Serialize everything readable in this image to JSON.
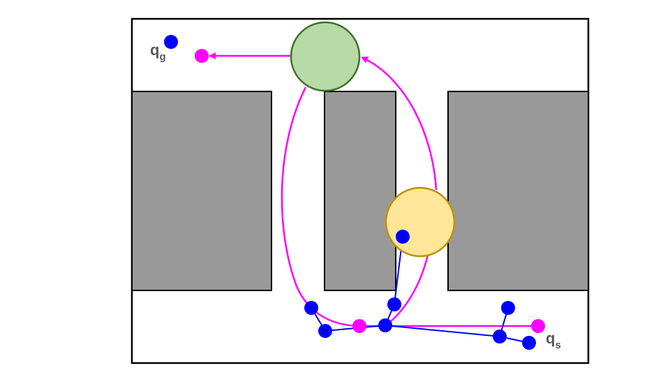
{
  "labels": {
    "goal": {
      "base": "q",
      "sub": "g"
    },
    "start": {
      "base": "q",
      "sub": "s"
    }
  },
  "colors": {
    "obstacle": "#999999",
    "border": "#000000",
    "path": "#ff00ff",
    "tree": "#0000ff",
    "green_fill": "#b8d9a8",
    "green_stroke": "#3a7426",
    "yellow_fill": "#ffe699",
    "yellow_stroke": "#bf9000"
  }
}
